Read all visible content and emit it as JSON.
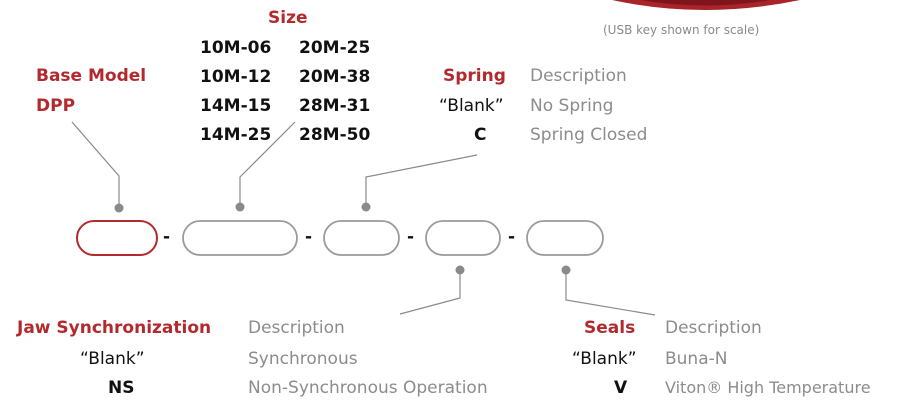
{
  "note": "(USB key shown for scale)",
  "size": {
    "title": "Size",
    "codes": [
      [
        "10M-06",
        "20M-25"
      ],
      [
        "10M-12",
        "20M-38"
      ],
      [
        "14M-15",
        "28M-31"
      ],
      [
        "14M-25",
        "28M-50"
      ]
    ]
  },
  "base_model": {
    "title": "Base Model",
    "value": "DPP"
  },
  "spring": {
    "title": "Spring",
    "desc_header": "Description",
    "options": [
      {
        "code": "“Blank”",
        "desc": "No Spring"
      },
      {
        "code": "C",
        "desc": "Spring Closed"
      }
    ]
  },
  "jaw_sync": {
    "title": "Jaw Synchronization",
    "desc_header": "Description",
    "options": [
      {
        "code": "“Blank”",
        "desc": "Synchronous"
      },
      {
        "code": "NS",
        "desc": "Non-Synchronous Operation"
      }
    ]
  },
  "seals": {
    "title": "Seals",
    "desc_header": "Description",
    "options": [
      {
        "code": "“Blank”",
        "desc": "Buna-N"
      },
      {
        "code": "V",
        "desc": "Viton® High Temperature"
      }
    ]
  },
  "separators": [
    "-",
    "-",
    "-",
    "-"
  ],
  "colors": {
    "accent": "#b22a2e",
    "outline": "#9a9a9a",
    "text": "#111111",
    "muted": "#8c8c8c"
  }
}
